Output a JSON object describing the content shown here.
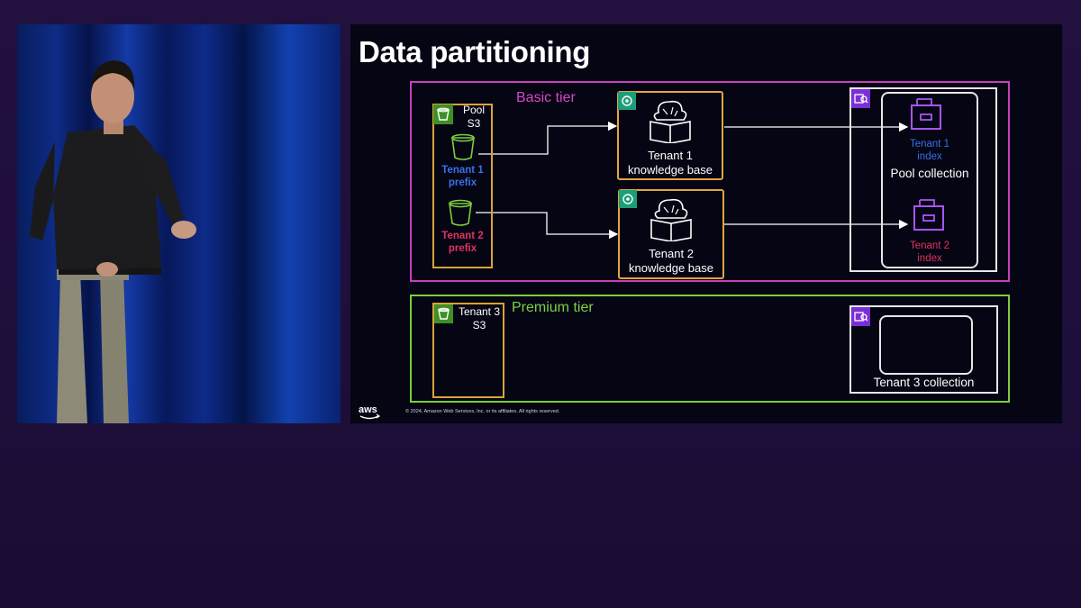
{
  "slide": {
    "title": "Data partitioning",
    "footer": "© 2024, Amazon Web Services, Inc. or its affiliates. All rights reserved.",
    "logo_text": "aws"
  },
  "basic_tier": {
    "label": "Basic tier",
    "pool_s3": {
      "title_line1": "Pool",
      "title_line2": "S3",
      "prefixes": [
        {
          "line1": "Tenant 1",
          "line2": "prefix"
        },
        {
          "line1": "Tenant 2",
          "line2": "prefix"
        }
      ]
    },
    "knowledge_bases": [
      {
        "line1": "Tenant 1",
        "line2": "knowledge base"
      },
      {
        "line1": "Tenant 2",
        "line2": "knowledge base"
      }
    ],
    "collection": {
      "label": "Pool collection",
      "indexes": [
        {
          "line1": "Tenant 1",
          "line2": "index"
        },
        {
          "line1": "Tenant 2",
          "line2": "index"
        }
      ]
    }
  },
  "premium_tier": {
    "label": "Premium tier",
    "s3": {
      "line1": "Tenant 3",
      "line2": "S3"
    },
    "collection": {
      "label": "Tenant 3 collection"
    }
  },
  "colors": {
    "basic_tier": "#c83fbd",
    "premium_tier": "#7ccf3c",
    "s3_border": "#d9a33a",
    "tenant1": "#3b6fe8",
    "tenant2": "#e0345d",
    "index_icon": "#a855f7"
  },
  "icons": {
    "s3_badge": "s3-bucket-icon",
    "kb_badge": "bedrock-icon",
    "collection_badge": "opensearch-icon",
    "bucket": "bucket-icon",
    "kb": "brain-book-icon",
    "index": "file-cabinet-icon"
  }
}
